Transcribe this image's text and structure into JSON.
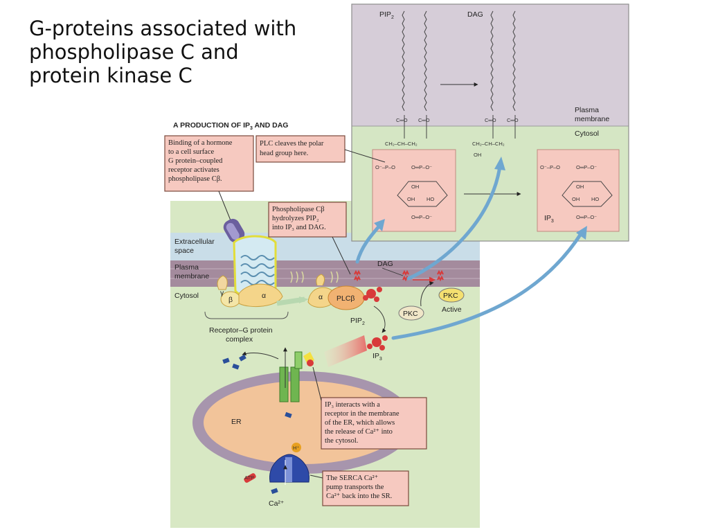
{
  "title": {
    "line1": "G-proteins associated with",
    "line2": "phospholipase C and",
    "line3": "protein kinase C"
  },
  "figure": {
    "panel_header": "A  PRODUCTION OF IP",
    "panel_header_sub": "3",
    "panel_header_tail": " AND DAG",
    "regions": {
      "extracellular_1": "Extracellular",
      "extracellular_2": "space",
      "membrane_1": "Plasma",
      "membrane_2": "membrane",
      "cytosol": "Cytosol",
      "er": "ER"
    },
    "callouts": {
      "hormone_1": "Binding of a hormone",
      "hormone_2": "to a cell surface",
      "hormone_3": "G protein–coupled",
      "hormone_4": "receptor activates",
      "hormone_5": "phospholipase Cβ.",
      "plc_cleave_1": "PLC cleaves the polar",
      "plc_cleave_2": "head group here.",
      "plc_hydro_1": "Phospholipase Cβ",
      "plc_hydro_2": "hydrolyzes PIP₂",
      "plc_hydro_3": "into IP₃ and DAG.",
      "ip3_1": "IP₃ interacts with a",
      "ip3_2": "receptor in the membrane",
      "ip3_3": "of the ER, which allows",
      "ip3_4": "the release of Ca²⁺ into",
      "ip3_5": "the cytosol.",
      "serca_1": "The SERCA Ca²⁺",
      "serca_2": "pump transports the",
      "serca_3": "Ca²⁺ back into the SR."
    },
    "molecules": {
      "dag": "DAG",
      "pip2": "PIP",
      "pip2_sub": "2",
      "ip3": "IP",
      "ip3_sub": "3",
      "pkc": "PKC",
      "pkc_active": "PKC",
      "active": "Active",
      "plcb": "PLCβ",
      "alpha": "α",
      "beta": "β",
      "gamma": "γ",
      "complex_1": "Receptor–G protein",
      "complex_2": "complex",
      "ca": "Ca²⁺",
      "atp": "ATP",
      "h": "H⁺"
    },
    "inset": {
      "pip2": "PIP",
      "pip2_sub": "2",
      "dag": "DAG",
      "membrane_1": "Plasma",
      "membrane_2": "membrane",
      "cytosol": "Cytosol",
      "ip3": "IP",
      "ip3_sub": "3",
      "co": "C═O",
      "glycerol": "CH₂–CH–CH₂",
      "oh": "OH",
      "ho": "HO",
      "phos": "O⁻–P–O",
      "o_double": "O═P–O⁻"
    }
  },
  "colors": {
    "panel_bg": "#d8e8c4",
    "extracellular": "#c9dde8",
    "membrane": "#a48b9d",
    "inset_top": "#d6cdd8",
    "inset_bottom": "#d5e6c4",
    "callout_fill": "#f6c9c0",
    "callout_border": "#7a4a3c",
    "er_fill": "#f2c49a",
    "er_membrane": "#a795ad",
    "blue_arrow": "#6fa7d0",
    "red_arrow": "#d83a3a"
  }
}
